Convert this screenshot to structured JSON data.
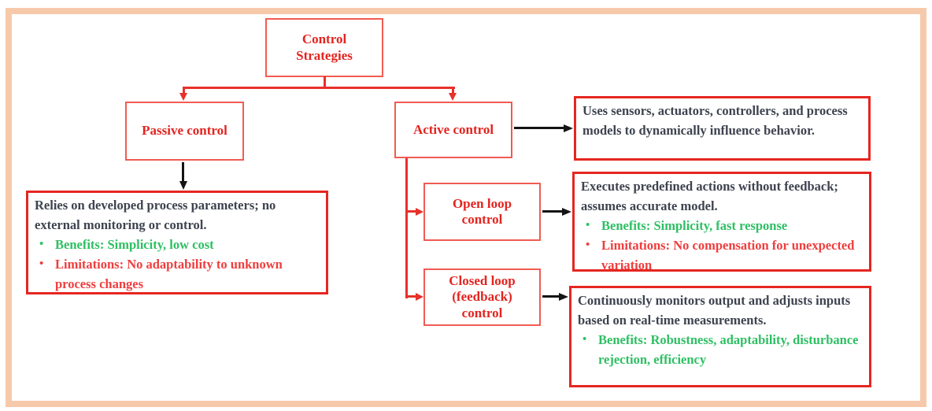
{
  "colors": {
    "frame": "#f7c9ab",
    "node_border": "#f15b52",
    "desc_border": "#e52620",
    "red_text": "#e3241f",
    "dark_text": "#3d434f",
    "benefit_green": "#2ebf63",
    "limitation_red": "#ef3d3d",
    "connector_red": "#e8302a",
    "connector_black": "#141414"
  },
  "nodes": {
    "root": {
      "label": "Control\nStrategies"
    },
    "passive": {
      "label": "Passive control"
    },
    "active": {
      "label": "Active control"
    },
    "open_loop": {
      "label": "Open loop\ncontrol"
    },
    "closed_loop": {
      "label": "Closed loop\n(feedback)\ncontrol"
    }
  },
  "descriptions": {
    "active": {
      "text": "Uses sensors, actuators, controllers, and process models to dynamically influence behavior."
    },
    "passive": {
      "text": "Relies on developed process parameters; no external monitoring or control.",
      "bullets": [
        {
          "type": "benefit",
          "bullet": "•",
          "text": "Benefits: Simplicity, low cost"
        },
        {
          "type": "limitation",
          "bullet": "•",
          "text": "Limitations: No adaptability to unknown process changes"
        }
      ]
    },
    "open_loop": {
      "text": "Executes predefined actions without feedback; assumes accurate model.",
      "bullets": [
        {
          "type": "benefit",
          "bullet": "•",
          "text": "Benefits: Simplicity, fast response"
        },
        {
          "type": "limitation",
          "bullet": "•",
          "text": "Limitations: No compensation for unexpected variation"
        }
      ]
    },
    "closed_loop": {
      "text": "Continuously monitors output and adjusts inputs based on real-time measurements.",
      "bullets": [
        {
          "type": "benefit",
          "bullet": "•",
          "text": "Benefits: Robustness, adaptability, disturbance rejection, efficiency"
        }
      ]
    }
  }
}
